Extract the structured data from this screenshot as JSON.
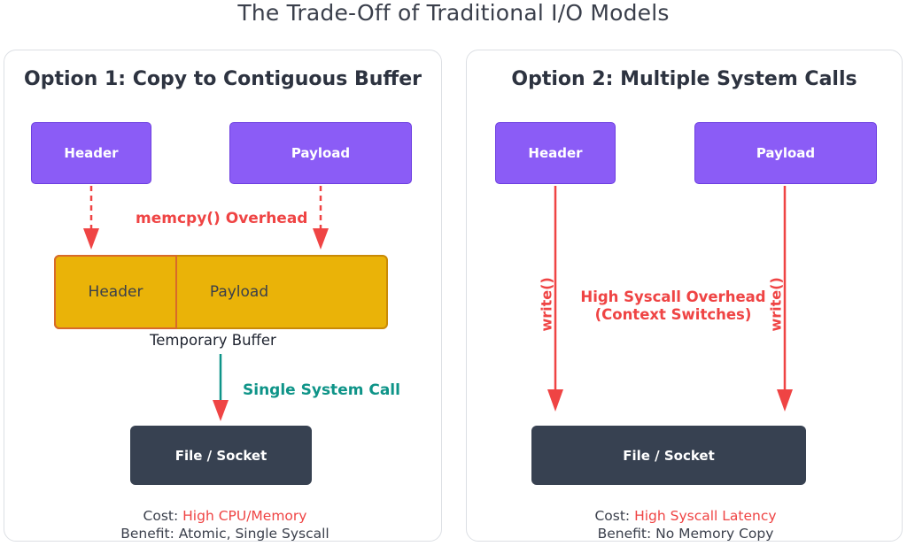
{
  "title": "The Trade-Off of Traditional I/O Models",
  "option1": {
    "title": "Option 1: Copy to Contiguous Buffer",
    "header_box": "Header",
    "payload_box": "Payload",
    "copy_label": "memcpy() Overhead",
    "buffer_header": "Header",
    "buffer_payload": "Payload",
    "buffer_label": "Temporary Buffer",
    "syscall_label": "Single System Call",
    "target_box": "File / Socket",
    "cost_prefix": "Cost: ",
    "cost_value": "High CPU/Memory",
    "benefit": "Benefit: Atomic, Single Syscall"
  },
  "option2": {
    "title": "Option 2: Multiple System Calls",
    "header_box": "Header",
    "payload_box": "Payload",
    "write_label_left": "write()",
    "write_label_right": "write()",
    "overhead_line1": "High Syscall Overhead",
    "overhead_line2": "(Context Switches)",
    "target_box": "File / Socket",
    "cost_prefix": "Cost: ",
    "cost_value": "High Syscall Latency",
    "benefit": "Benefit: No Memory Copy"
  },
  "colors": {
    "purple": "#8b5cf6",
    "dark": "#374151",
    "buffer": "#eab308",
    "red": "#ef4444",
    "teal": "#0e9488"
  }
}
